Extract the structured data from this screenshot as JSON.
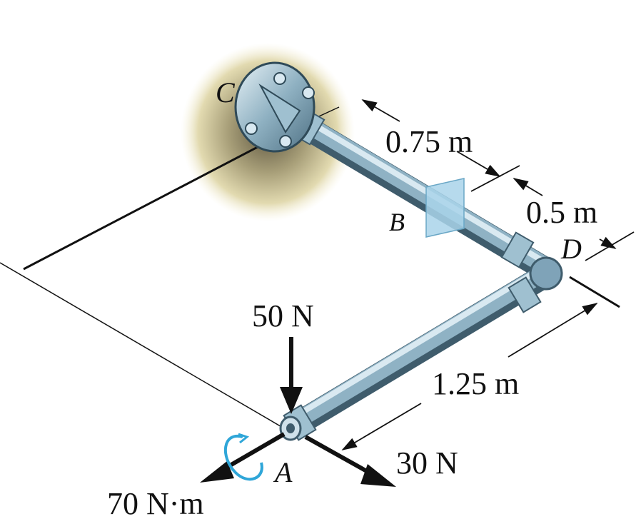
{
  "labels": {
    "point_c": "C",
    "point_b": "B",
    "point_d": "D",
    "point_a": "A"
  },
  "dimensions": {
    "cb": "0.75 m",
    "bd": "0.5 m",
    "da": "1.25 m"
  },
  "loads": {
    "vertical_force": "50 N",
    "horizontal_force": "30 N",
    "couple_moment": "70 N·m"
  },
  "colors": {
    "pipe": "#7fa3b8",
    "pipe_highlight": "#d6e6ee",
    "wall_glow": "#e8e0b4",
    "bearing": "#a9d3ea",
    "moment_arrow": "#2fa6d8",
    "force_arrow": "#111111"
  }
}
